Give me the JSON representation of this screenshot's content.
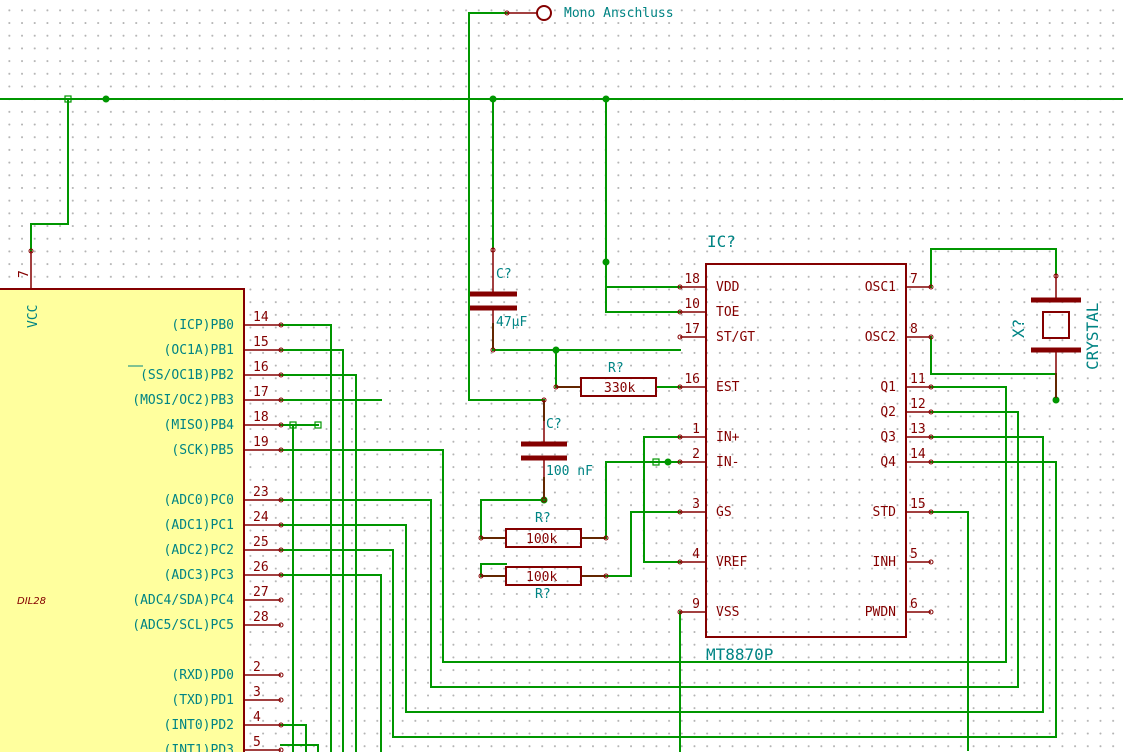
{
  "mcu": {
    "footprint": "DIL28",
    "vcc_label": "VCC",
    "vcc_pin": "7",
    "pins": [
      {
        "name": "(ICP)PB0",
        "num": "14"
      },
      {
        "name": "(OC1A)PB1",
        "num": "15"
      },
      {
        "name": "(SS/OC1B)PB2",
        "num": "16"
      },
      {
        "name": "(MOSI/OC2)PB3",
        "num": "17"
      },
      {
        "name": "(MISO)PB4",
        "num": "18"
      },
      {
        "name": "(SCK)PB5",
        "num": "19"
      },
      {
        "name": "(ADC0)PC0",
        "num": "23"
      },
      {
        "name": "(ADC1)PC1",
        "num": "24"
      },
      {
        "name": "(ADC2)PC2",
        "num": "25"
      },
      {
        "name": "(ADC3)PC3",
        "num": "26"
      },
      {
        "name": "(ADC4/SDA)PC4",
        "num": "27"
      },
      {
        "name": "(ADC5/SCL)PC5",
        "num": "28"
      },
      {
        "name": "(RXD)PD0",
        "num": "2"
      },
      {
        "name": "(TXD)PD1",
        "num": "3"
      },
      {
        "name": "(INT0)PD2",
        "num": "4"
      },
      {
        "name": "(INT1)PD3",
        "num": "5"
      }
    ]
  },
  "ic": {
    "ref": "IC?",
    "value": "MT8870P",
    "left_pins": [
      {
        "num": "18",
        "name": "VDD"
      },
      {
        "num": "10",
        "name": "TOE"
      },
      {
        "num": "17",
        "name": "ST/GT"
      },
      {
        "num": "16",
        "name": "EST"
      },
      {
        "num": "1",
        "name": "IN+"
      },
      {
        "num": "2",
        "name": "IN-"
      },
      {
        "num": "3",
        "name": "GS"
      },
      {
        "num": "4",
        "name": "VREF"
      },
      {
        "num": "9",
        "name": "VSS"
      }
    ],
    "right_pins": [
      {
        "num": "7",
        "name": "OSC1"
      },
      {
        "num": "8",
        "name": "OSC2"
      },
      {
        "num": "11",
        "name": "Q1"
      },
      {
        "num": "12",
        "name": "Q2"
      },
      {
        "num": "13",
        "name": "Q3"
      },
      {
        "num": "14",
        "name": "Q4"
      },
      {
        "num": "15",
        "name": "STD"
      },
      {
        "num": "5",
        "name": "INH"
      },
      {
        "num": "6",
        "name": "PWDN"
      }
    ]
  },
  "components": {
    "c1_ref": "C?",
    "c1_value": "47µF",
    "c2_ref": "C?",
    "c2_value": "100 nF",
    "r1_ref": "R?",
    "r1_value": "330k",
    "r2_ref": "R?",
    "r2_value": "100k",
    "r3_ref": "R?",
    "r3_value": "100k",
    "x_ref": "X?",
    "x_value": "CRYSTAL"
  },
  "connector_label": "Mono Anschluss"
}
